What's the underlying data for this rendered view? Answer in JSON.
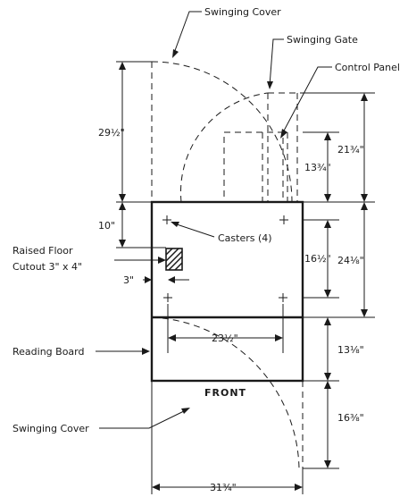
{
  "labels": {
    "swinging_cover_top": "Swinging Cover",
    "swinging_gate": "Swinging Gate",
    "control_panel": "Control Panel",
    "casters": "Casters (4)",
    "raised_floor_1": "Raised Floor",
    "raised_floor_2": "Cutout 3\" x 4\"",
    "reading_board": "Reading Board",
    "swinging_cover_bottom": "Swinging Cover",
    "front": "FRONT"
  },
  "dimensions": {
    "d_29_5": "29½\"",
    "d_21_75": "21¾\"",
    "d_13_75": "13¾\"",
    "d_10": "10\"",
    "d_16_5": "16½\"",
    "d_24_125": "24⅛\"",
    "d_3": "3\"",
    "d_23_5": "23½\"",
    "d_13_125": "13⅛\"",
    "d_16_375": "16⅜\"",
    "d_31_75": "31¾\""
  }
}
